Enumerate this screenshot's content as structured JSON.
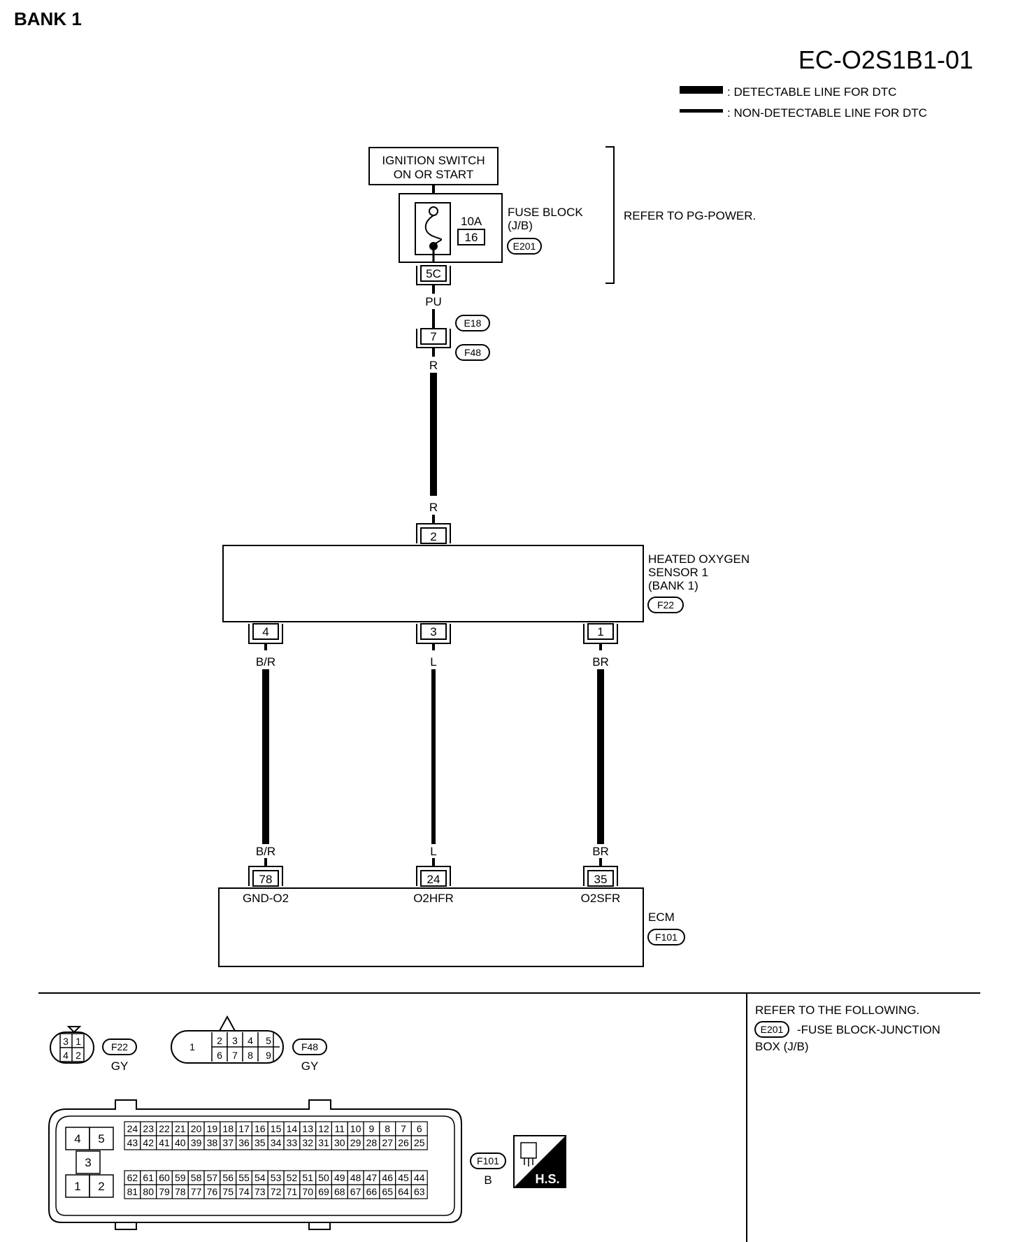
{
  "header": {
    "bank": "BANK 1",
    "code": "EC-O2S1B1-01"
  },
  "legend": {
    "detectable": ": DETECTABLE LINE FOR DTC",
    "non_detectable": ": NON-DETECTABLE LINE FOR DTC"
  },
  "ignition": {
    "line1": "IGNITION SWITCH",
    "line2": "ON OR START"
  },
  "fuse": {
    "amp": "10A",
    "num": "16",
    "name1": "FUSE BLOCK",
    "name2": "(J/B)",
    "conn": "E201",
    "pin": "5C",
    "refer": "REFER TO PG-POWER."
  },
  "wires": {
    "pu": "PU",
    "r_top": "R",
    "r_bottom": "R",
    "br_top": "B/R",
    "br_bottom": "B/R",
    "l_top": "L",
    "l_bottom": "L",
    "brn_top": "BR",
    "brn_bottom": "BR"
  },
  "joint": {
    "pin": "7",
    "conn_a": "E18",
    "conn_b": "F48"
  },
  "sensor": {
    "line1": "HEATED OXYGEN",
    "line2": "SENSOR 1",
    "line3": "(BANK 1)",
    "conn": "F22",
    "pin_top": "2",
    "pin_a": "4",
    "pin_b": "3",
    "pin_c": "1"
  },
  "ecm": {
    "name": "ECM",
    "conn": "F101",
    "pin_a": "78",
    "pin_b": "24",
    "pin_c": "35",
    "term_a": "GND-O2",
    "term_b": "O2HFR",
    "term_c": "O2SFR"
  },
  "refer_box": {
    "line1": "REFER TO THE FOLLOWING.",
    "conn": "E201",
    "line2": "-FUSE BLOCK-JUNCTION",
    "line3": "BOX (J/B)"
  },
  "connectors": {
    "f22": {
      "code": "F22",
      "color": "GY",
      "pins": [
        "3",
        "1",
        "4",
        "2"
      ]
    },
    "f48": {
      "code": "F48",
      "color": "GY",
      "pins": [
        "1",
        "2",
        "3",
        "4",
        "5",
        "6",
        "7",
        "8",
        "9"
      ]
    },
    "f101": {
      "code": "F101",
      "color": "B",
      "left_pins": [
        "4",
        "5",
        "3",
        "1",
        "2"
      ],
      "row1": [
        "24",
        "23",
        "22",
        "21",
        "20",
        "19",
        "18",
        "17",
        "16",
        "15",
        "14",
        "13",
        "12",
        "11",
        "10",
        "9",
        "8",
        "7",
        "6"
      ],
      "row2": [
        "43",
        "42",
        "41",
        "40",
        "39",
        "38",
        "37",
        "36",
        "35",
        "34",
        "33",
        "32",
        "31",
        "30",
        "29",
        "28",
        "27",
        "26",
        "25"
      ],
      "row3": [
        "62",
        "61",
        "60",
        "59",
        "58",
        "57",
        "56",
        "55",
        "54",
        "53",
        "52",
        "51",
        "50",
        "49",
        "48",
        "47",
        "46",
        "45",
        "44"
      ],
      "row4": [
        "81",
        "80",
        "79",
        "78",
        "77",
        "76",
        "75",
        "74",
        "73",
        "72",
        "71",
        "70",
        "69",
        "68",
        "67",
        "66",
        "65",
        "64",
        "63"
      ]
    },
    "hs": "H.S."
  }
}
